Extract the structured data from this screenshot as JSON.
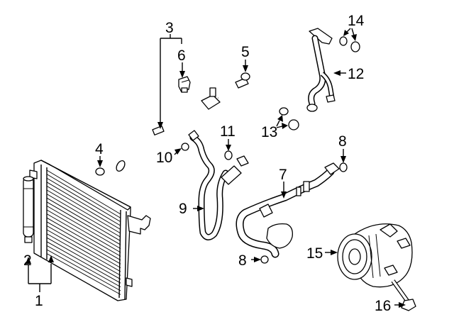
{
  "callouts": [
    {
      "id": "c1",
      "text": "1",
      "part": "condenser"
    },
    {
      "id": "c2",
      "text": "2",
      "part": "receiver-drier"
    },
    {
      "id": "c3",
      "text": "3",
      "part": "liquid-line"
    },
    {
      "id": "c4",
      "text": "4",
      "part": "o-ring"
    },
    {
      "id": "c5",
      "text": "5",
      "part": "o-ring"
    },
    {
      "id": "c6",
      "text": "6",
      "part": "pressure-switch"
    },
    {
      "id": "c7",
      "text": "7",
      "part": "discharge-hose"
    },
    {
      "id": "c8a",
      "text": "8",
      "part": "o-ring"
    },
    {
      "id": "c8b",
      "text": "8",
      "part": "o-ring"
    },
    {
      "id": "c9",
      "text": "9",
      "part": "suction-line"
    },
    {
      "id": "c10",
      "text": "10",
      "part": "o-ring"
    },
    {
      "id": "c11",
      "text": "11",
      "part": "o-ring"
    },
    {
      "id": "c12",
      "text": "12",
      "part": "manifold-line"
    },
    {
      "id": "c13",
      "text": "13",
      "part": "o-rings"
    },
    {
      "id": "c14",
      "text": "14",
      "part": "o-rings"
    },
    {
      "id": "c15",
      "text": "15",
      "part": "compressor"
    },
    {
      "id": "c16",
      "text": "16",
      "part": "bolt"
    }
  ]
}
